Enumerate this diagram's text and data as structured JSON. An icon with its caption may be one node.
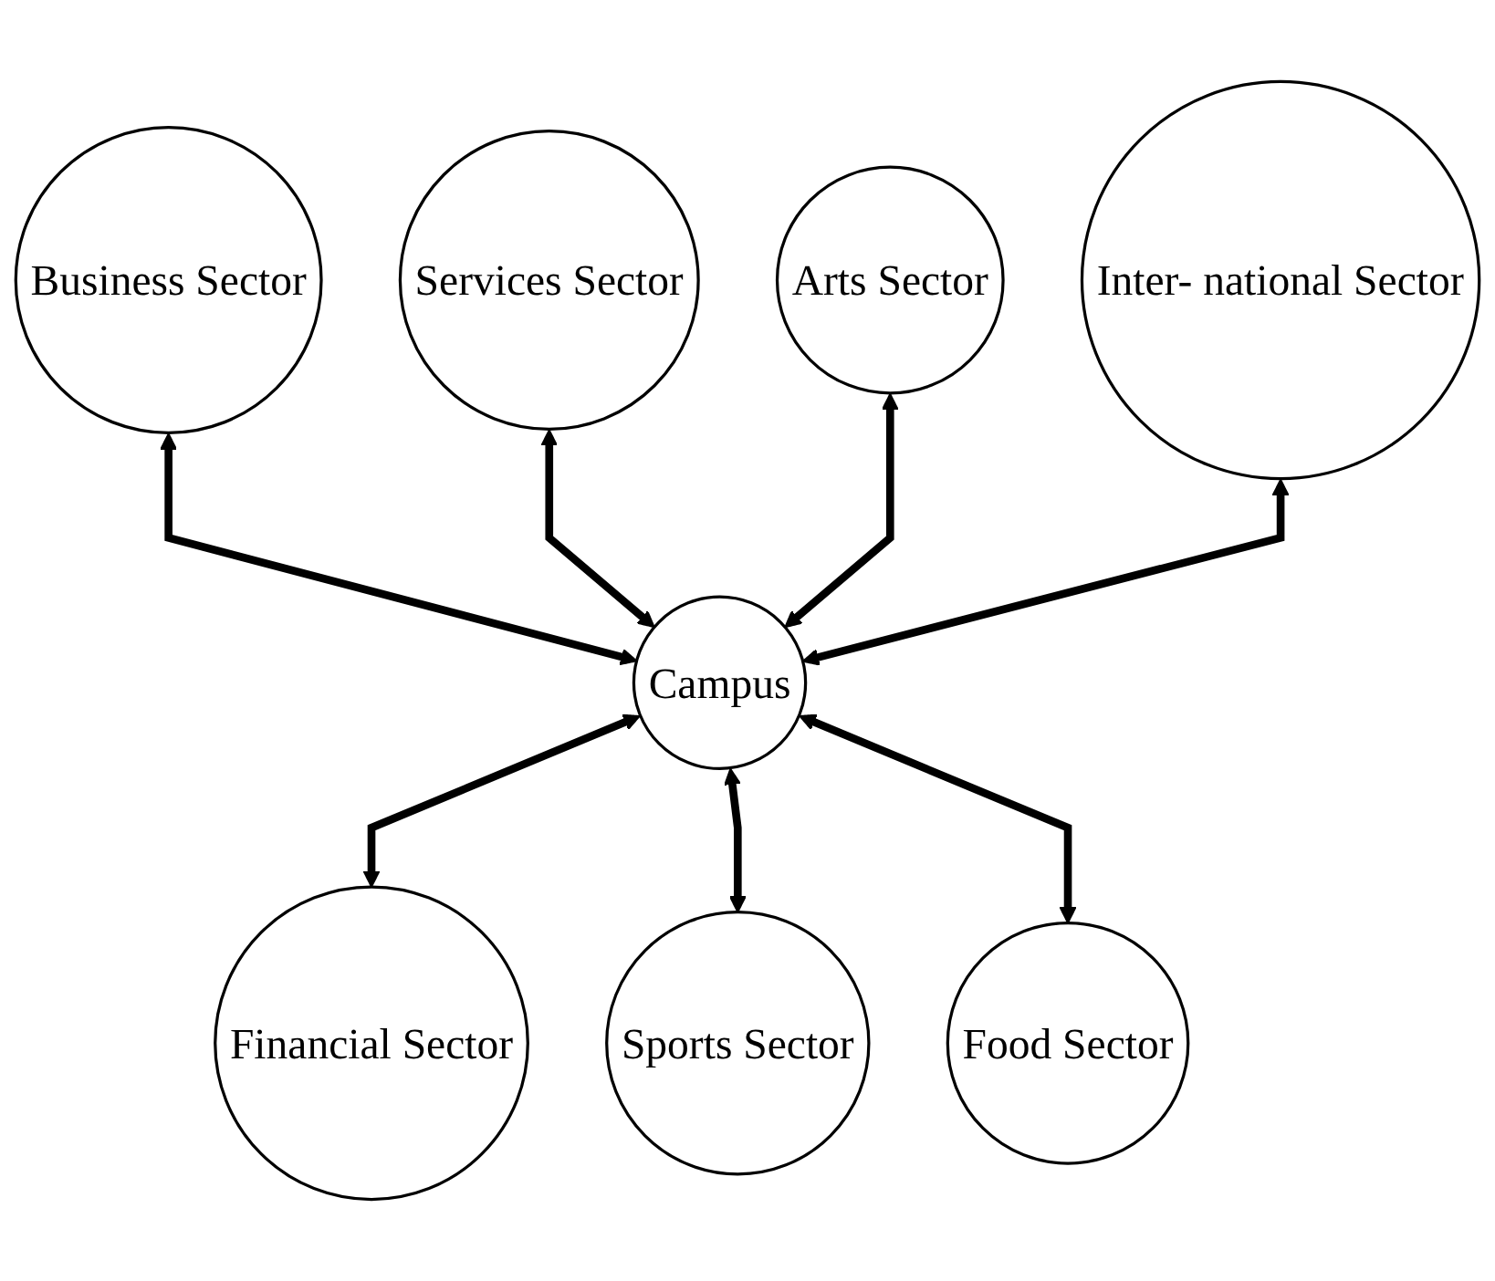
{
  "diagram": {
    "nodes": [
      {
        "text": [
          "Business Sector"
        ]
      },
      {
        "text": [
          "Services Sector"
        ]
      },
      {
        "text": [
          "Arts Sector"
        ]
      },
      {
        "text": [
          "Campus"
        ]
      },
      {
        "text": [
          "Inter- national Sector"
        ]
      },
      {
        "text": [
          "Financial Sector"
        ]
      },
      {
        "text": [
          "Sports Sector"
        ]
      },
      {
        "text": [
          "Food Sector"
        ]
      }
    ],
    "edges": [
      {
        "from": 0,
        "to": 3,
        "arrow": "both"
      },
      {
        "from": 1,
        "to": 3,
        "arrow": "both"
      },
      {
        "from": 2,
        "to": 3,
        "arrow": "both"
      },
      {
        "from": 4,
        "to": 3,
        "arrow": "both"
      },
      {
        "from": 3,
        "to": 5,
        "arrow": "both"
      },
      {
        "from": 3,
        "to": 6,
        "arrow": "both"
      },
      {
        "from": 3,
        "to": 7,
        "arrow": "both"
      }
    ]
  }
}
